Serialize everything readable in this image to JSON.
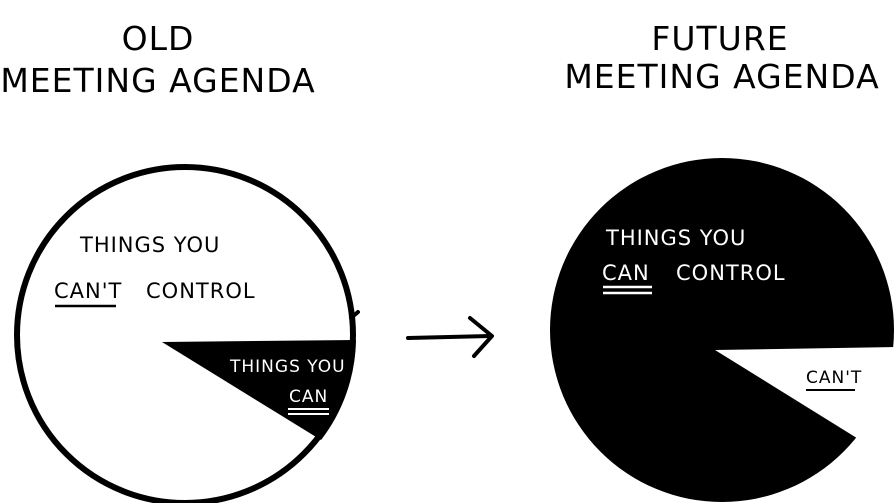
{
  "colors": {
    "ink": "#000000",
    "paper": "#ffffff"
  },
  "old_agenda": {
    "title_line1": "Old",
    "title_line2": "Meeting Agenda",
    "cant_label_line1": "Things You",
    "cant_label_word": "Can't",
    "cant_label_rest": "Control",
    "can_label_line1": "Things You",
    "can_label_line2": "Can"
  },
  "future_agenda": {
    "title_line1": "Future",
    "title_line2": "Meeting Agenda",
    "can_label_line1": "Things You",
    "can_label_word": "Can",
    "can_label_rest": "Control",
    "cant_label": "Can't"
  }
}
